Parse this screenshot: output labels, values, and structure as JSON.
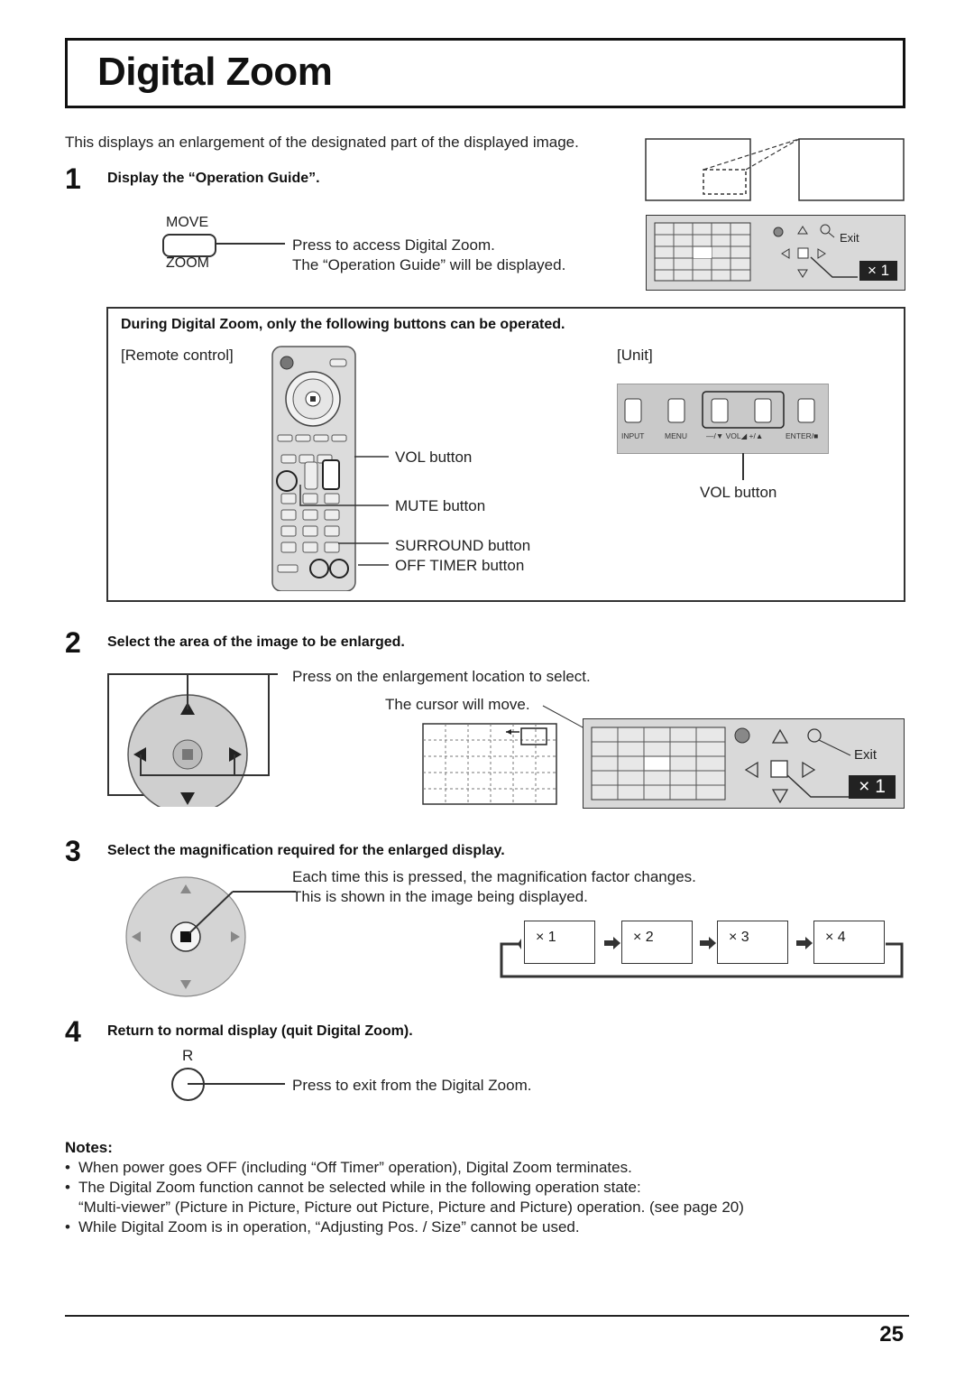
{
  "title": "Digital Zoom",
  "intro": "This displays an enlargement of the designated part of the displayed image.",
  "step1": {
    "number": "1",
    "heading": "Display the “Operation Guide”.",
    "button_top_label": "MOVE",
    "button_bottom_label": "ZOOM",
    "line1": "Press to access Digital Zoom.",
    "line2": "The “Operation Guide” will be displayed."
  },
  "guide": {
    "exit_label": "Exit",
    "magnification": "× 1"
  },
  "buttons_panel": {
    "heading": "During Digital Zoom, only the following buttons can be operated.",
    "remote_label": "[Remote control]",
    "unit_label": "[Unit]",
    "vol_button": "VOL button",
    "mute_button": "MUTE button",
    "surround_button": "SURROUND button",
    "off_timer_button": "OFF TIMER button",
    "unit_vol_button": "VOL button",
    "unit_labels": [
      "INPUT",
      "MENU",
      "—/▼ VOL◢  +/▲",
      "ENTER/■"
    ]
  },
  "step2": {
    "number": "2",
    "heading": "Select the area of the image to be enlarged.",
    "line1": "Press on the enlargement location to select.",
    "cursor_note": "The cursor will move.",
    "exit_label": "Exit",
    "magnification": "× 1"
  },
  "step3": {
    "number": "3",
    "heading": "Select the magnification required for the enlarged display.",
    "line1": "Each time this is pressed, the magnification factor changes.",
    "line2": "This is shown in the image being displayed.",
    "factors": [
      "× 1",
      "× 2",
      "× 3",
      "× 4"
    ]
  },
  "step4": {
    "number": "4",
    "heading": "Return to normal display (quit Digital Zoom).",
    "button_label": "R",
    "line1": "Press to exit from the Digital Zoom."
  },
  "notes": {
    "heading": "Notes:",
    "items": [
      "When power goes OFF (including “Off Timer” operation), Digital Zoom terminates.",
      "The Digital Zoom function cannot be selected while in the following operation state:",
      "“Multi-viewer” (Picture in Picture, Picture out Picture, Picture and Picture) operation. (see page 20)",
      "While Digital Zoom is in operation, “Adjusting Pos. / Size” cannot be used."
    ]
  },
  "page_number": "25"
}
